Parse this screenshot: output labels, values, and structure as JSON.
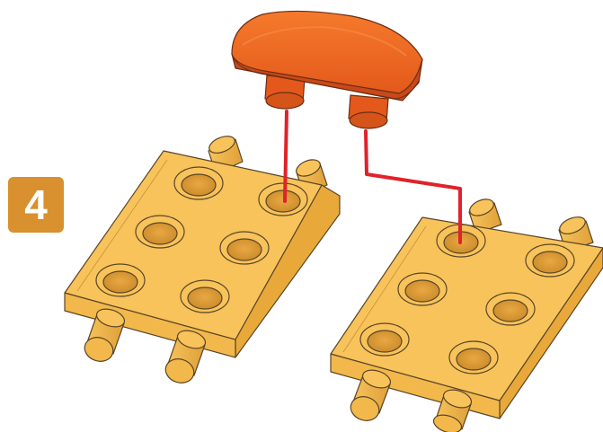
{
  "step": {
    "number": "4",
    "badge_color": "#D9902E"
  },
  "colors": {
    "plate_top": "#F7C35A",
    "plate_side": "#E8A93A",
    "plate_front": "#F2B84C",
    "outline": "#5A4528",
    "connector_top": "#F26B1D",
    "connector_side": "#D4541A",
    "connector_dark": "#B8431A",
    "guide_line": "#E0222A"
  },
  "icons": {
    "step_badge": "square-badge",
    "connector": "orange-bridge-connector",
    "plate_left": "yellow-plate-6-sockets",
    "plate_right": "yellow-plate-6-sockets"
  }
}
